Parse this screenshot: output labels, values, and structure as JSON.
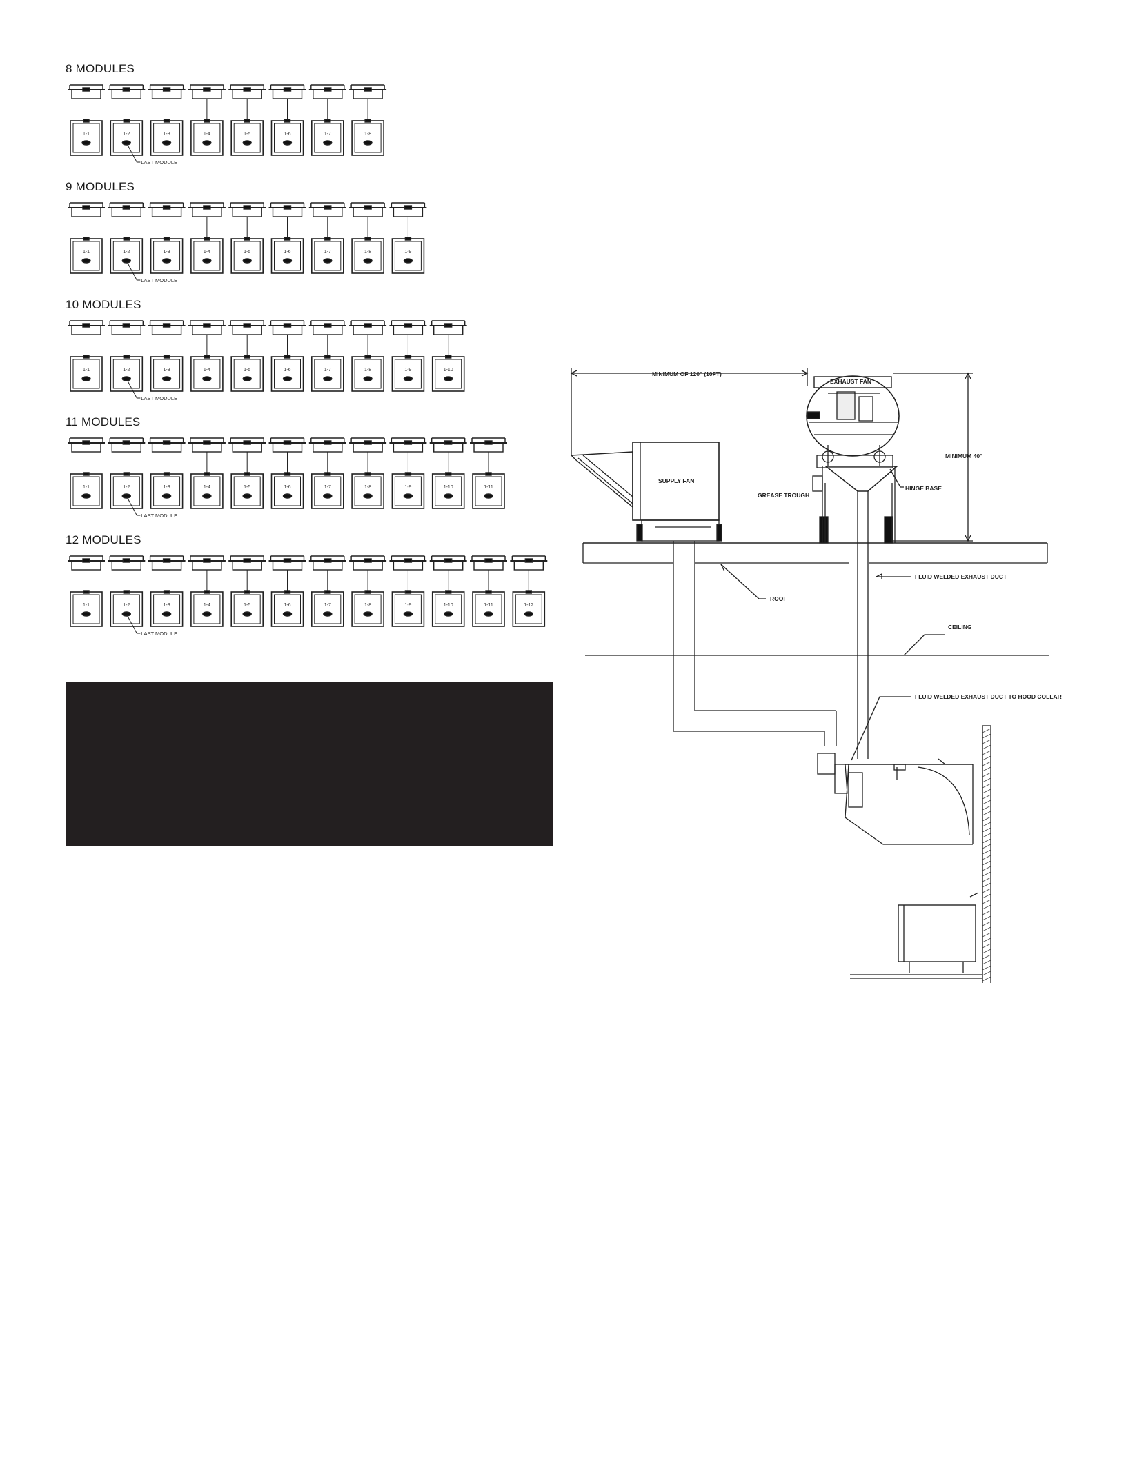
{
  "module_groups": [
    {
      "title": "8 MODULES",
      "modules": [
        "1-1",
        "1-2",
        "1-3",
        "1-4",
        "1-5",
        "1-6",
        "1-7",
        "1-8"
      ],
      "last_module_label": "LAST MODULE"
    },
    {
      "title": "9 MODULES",
      "modules": [
        "1-1",
        "1-2",
        "1-3",
        "1-4",
        "1-5",
        "1-6",
        "1-7",
        "1-8",
        "1-9"
      ],
      "last_module_label": "LAST MODULE"
    },
    {
      "title": "10 MODULES",
      "modules": [
        "1-1",
        "1-2",
        "1-3",
        "1-4",
        "1-5",
        "1-6",
        "1-7",
        "1-8",
        "1-9",
        "1-10"
      ],
      "last_module_label": "LAST MODULE"
    },
    {
      "title": "11 MODULES",
      "modules": [
        "1-1",
        "1-2",
        "1-3",
        "1-4",
        "1-5",
        "1-6",
        "1-7",
        "1-8",
        "1-9",
        "1-10",
        "1-11"
      ],
      "last_module_label": "LAST MODULE"
    },
    {
      "title": "12 MODULES",
      "modules": [
        "1-1",
        "1-2",
        "1-3",
        "1-4",
        "1-5",
        "1-6",
        "1-7",
        "1-8",
        "1-9",
        "1-10",
        "1-11",
        "1-12"
      ],
      "last_module_label": "LAST MODULE"
    }
  ],
  "installation": {
    "min_distance": "MINIMUM OF 120\" (10FT)",
    "exhaust_fan": "EXHAUST FAN",
    "min_height": "MINIMUM 40\"",
    "supply_fan": "SUPPLY FAN",
    "grease_trough": "GREASE TROUGH",
    "hinge_base": "HINGE BASE",
    "fluid_welded_duct": "FLUID WELDED EXHAUST DUCT",
    "roof": "ROOF",
    "ceiling": "CEILING",
    "duct_to_hood": "FLUID WELDED EXHAUST DUCT TO HOOD COLLAR"
  },
  "colors": {
    "panel": "#231f20",
    "line": "#222222"
  }
}
